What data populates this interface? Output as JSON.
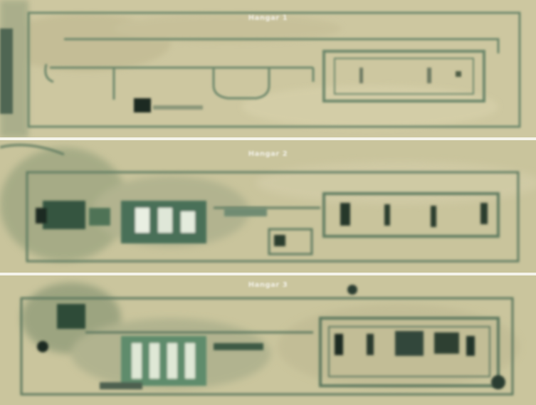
{
  "image": {
    "type": "satellite-imagery-composite",
    "panel_count": 3,
    "panels": [
      {
        "id": "top",
        "label": "Hangar 1"
      },
      {
        "id": "middle",
        "label": "Hangar 2"
      },
      {
        "id": "bottom",
        "label": "Hangar 3"
      }
    ]
  },
  "colors": {
    "ground": "#cfc9a2",
    "ground_dark": "#b7b08a",
    "wall": "#6f8a6e",
    "vegetation": "#3f6a4e",
    "shadow": "#1f3527",
    "separator": "#f4f3ea"
  }
}
